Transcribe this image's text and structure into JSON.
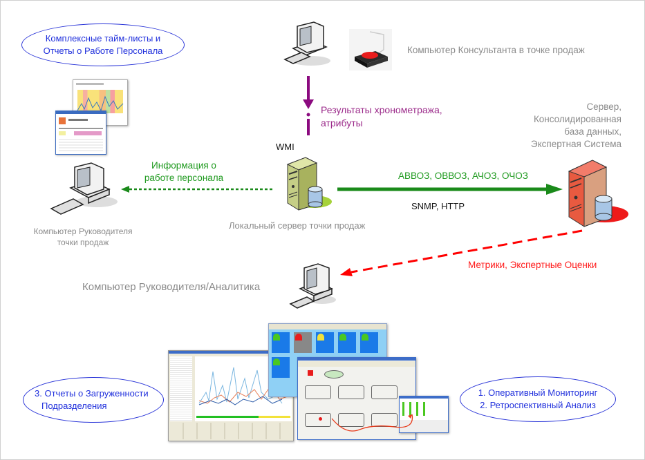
{
  "diagram": {
    "nodes": {
      "consultant_pc": {
        "label": "Компьютер Консультанта в точке продаж"
      },
      "local_server": {
        "label": "Локальный сервер точки продаж"
      },
      "central_server": {
        "label_lines": [
          "Сервер,",
          "Консолидированная",
          "база данных,",
          "Экспертная Система"
        ]
      },
      "store_manager_pc": {
        "label_lines": [
          "Компьютер Руководителя",
          "точки продаж"
        ]
      },
      "analyst_pc": {
        "label": "Компьютер Руководителя/Аналитика"
      }
    },
    "edges": {
      "consultant_to_local": {
        "label_lines": [
          "Результаты хронометража,",
          "атрибуты"
        ],
        "protocol": "WMI",
        "color": "#8b0a7f"
      },
      "local_to_manager": {
        "label_lines": [
          "Информация о",
          "работе персонала"
        ],
        "color": "#1a8a1a"
      },
      "local_to_central": {
        "label": "АВВОЗ, ОВВОЗ, АЧОЗ, ОЧОЗ",
        "protocol": "SNMP, HTTP",
        "color": "#1a8a1a"
      },
      "central_to_analyst": {
        "label": "Метрики, Экспертные Оценки",
        "color": "#ff0000"
      }
    },
    "callouts": {
      "timesheets": {
        "lines": [
          "Комплексные тайм-листы и",
          "Отчеты о Работе Персонала"
        ]
      },
      "load_reports": {
        "lines": [
          "3. Отчеты о Загруженности",
          "Подразделения"
        ]
      },
      "monitoring": {
        "lines": [
          "1. Оперативный Мониторинг",
          "2. Ретроспективный Анализ"
        ]
      }
    },
    "colors": {
      "callout_border": "#2a35d8",
      "gray_text": "#8a8a8a",
      "local_server": "#b8c96a",
      "central_server": "#e8332a"
    }
  }
}
